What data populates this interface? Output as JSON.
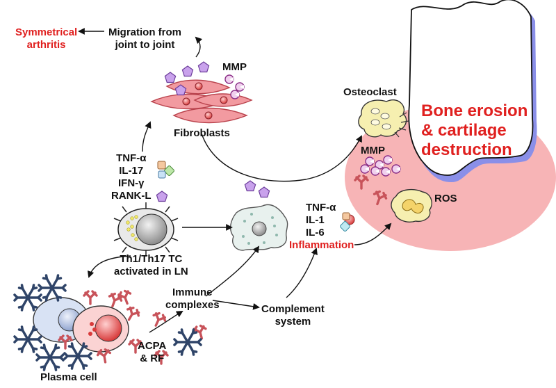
{
  "labels": {
    "symmetrical_arthritis": [
      "Symmetrical",
      "arthritis"
    ],
    "migration": [
      "Migration from",
      "joint to joint"
    ],
    "mmp_top": "MMP",
    "fibroblasts": "Fibroblasts",
    "cytokines_tc": [
      "TNF-α",
      "IL-17",
      "IFN-γ",
      "RANK-L"
    ],
    "th_cell": [
      "Th1/Th17 TC",
      "activated in LN"
    ],
    "immune_complexes": [
      "Immune",
      "complexes"
    ],
    "complement": [
      "Complement",
      "system"
    ],
    "acpa_rf": [
      "ACPA",
      "& RF"
    ],
    "plasma_cell": "Plasma cell",
    "cytokines_mac": [
      "TNF-α",
      "IL-1",
      "IL-6"
    ],
    "inflammation": "Inflammation",
    "osteoclast": "Osteoclast",
    "mmp_joint": "MMP",
    "ros": "ROS",
    "bone_erosion": [
      "Bone erosion",
      "& cartilage",
      "destruction"
    ]
  },
  "colors": {
    "highlight_red": "#e0201f",
    "fibroblast_pink": "#f29aa0",
    "joint_pink": "#f7b4b6",
    "cartilage_blue": "#8a8fe8",
    "antibody_navy": "#2f4468",
    "antibody_red": "#c8535a",
    "mmp_purple": "#9b69c7"
  }
}
